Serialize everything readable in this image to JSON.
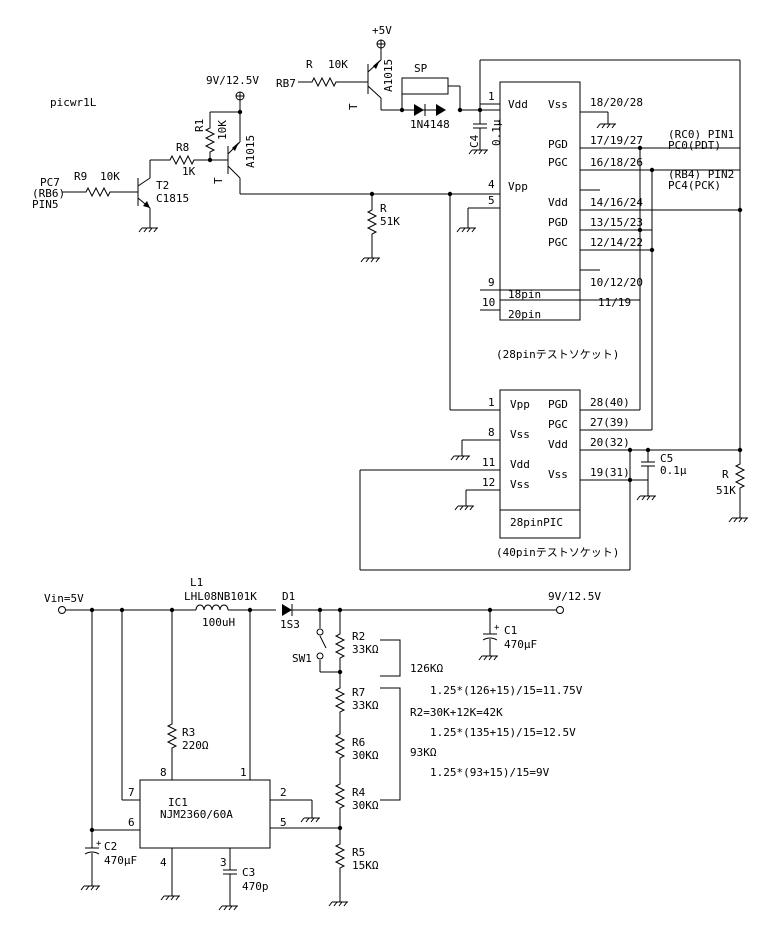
{
  "diagram": {
    "title": "picwr1L",
    "supply": {
      "plus5v": "+5V",
      "vpp": "9V/12.5V",
      "vin": "Vin=5V",
      "vout": "9V/12.5V"
    },
    "signals": {
      "rb7": "RB7",
      "pc7": "PC7",
      "rb6": "(RB6)",
      "pin5": "PIN5",
      "pgd_sig_a": "(RC0) PIN1",
      "pgd_sig_b": "PC0(PDT)",
      "pgc_sig_a": "(RB4) PIN2",
      "pgc_sig_b": "PC4(PCK)"
    },
    "components": {
      "r_base": {
        "name": "R",
        "value": "10K"
      },
      "q_top": {
        "name": "A1015"
      },
      "sp": {
        "name": "SP"
      },
      "d_sp": {
        "name": "1N4148"
      },
      "c4": {
        "name": "C4",
        "value": "0.1μ"
      },
      "r1": {
        "name": "R1",
        "value": "10K"
      },
      "r8": {
        "name": "R8",
        "value": "1K"
      },
      "q_mid": {
        "name": "A1015"
      },
      "r9": {
        "name": "R9",
        "value": "10K"
      },
      "t2": {
        "name": "T2",
        "value": "C1815"
      },
      "r_vpp": {
        "name": "R",
        "value": "51K"
      },
      "c5": {
        "name": "C5",
        "value": "0.1μ"
      },
      "r_right": {
        "name": "R",
        "value": "51K"
      },
      "l1": {
        "name": "L1",
        "value": "LHL08NB101K",
        "value2": "100uH"
      },
      "d1": {
        "name": "D1",
        "value": "1S3"
      },
      "c1": {
        "name": "C1",
        "value": "470μF"
      },
      "sw1": {
        "name": "SW1"
      },
      "r2": {
        "name": "R2",
        "value": "33KΩ"
      },
      "r7": {
        "name": "R7",
        "value": "33KΩ"
      },
      "r6": {
        "name": "R6",
        "value": "30KΩ"
      },
      "r4": {
        "name": "R4",
        "value": "30KΩ"
      },
      "r5": {
        "name": "R5",
        "value": "15KΩ"
      },
      "r3": {
        "name": "R3",
        "value": "220Ω"
      },
      "c2": {
        "name": "C2",
        "value": "470μF"
      },
      "c3": {
        "name": "C3",
        "value": "470p"
      },
      "ic1": {
        "name": "IC1",
        "value": "NJM2360/60A"
      }
    },
    "socket28": {
      "caption": "(28pinテストソケット)",
      "left_pins": [
        {
          "num": "1",
          "label": "Vdd"
        },
        {
          "num": "4",
          "label": "Vpp"
        },
        {
          "num": "5",
          "label": ""
        },
        {
          "num": "9",
          "label": "18pin"
        },
        {
          "num": "10",
          "label": "20pin"
        }
      ],
      "right_pins": [
        {
          "num": "18/20/28",
          "label": "Vss"
        },
        {
          "num": "17/19/27",
          "label": "PGD"
        },
        {
          "num": "16/18/26",
          "label": "PGC"
        },
        {
          "num": "",
          "label": ""
        },
        {
          "num": "14/16/24",
          "label": "Vdd"
        },
        {
          "num": "13/15/23",
          "label": "PGD"
        },
        {
          "num": "12/14/22",
          "label": "PGC"
        },
        {
          "num": "",
          "label": ""
        },
        {
          "num": "10/12/20",
          "label": ""
        },
        {
          "num": "11/19",
          "label": ""
        }
      ]
    },
    "socket40": {
      "caption": "(40pinテストソケット)",
      "chip": "28pinPIC",
      "left_pins": [
        {
          "num": "1",
          "label": "Vpp"
        },
        {
          "num": "8",
          "label": "Vss"
        },
        {
          "num": "11",
          "label": "Vdd"
        },
        {
          "num": "12",
          "label": "Vss"
        }
      ],
      "right_pins": [
        {
          "num": "28(40)",
          "label": "PGD"
        },
        {
          "num": "27(39)",
          "label": "PGC"
        },
        {
          "num": "20(32)",
          "label": "Vdd"
        },
        {
          "num": "19(31)",
          "label": "Vss"
        }
      ]
    },
    "ic1_pins": [
      "8",
      "1",
      "7",
      "2",
      "6",
      "5",
      "4",
      "3"
    ],
    "notes": [
      "126KΩ",
      "1.25*(126+15)/15=11.75V",
      "R2=30K+12K=42K",
      "1.25*(135+15)/15=12.5V",
      "93KΩ",
      "1.25*(93+15)/15=9V"
    ]
  }
}
